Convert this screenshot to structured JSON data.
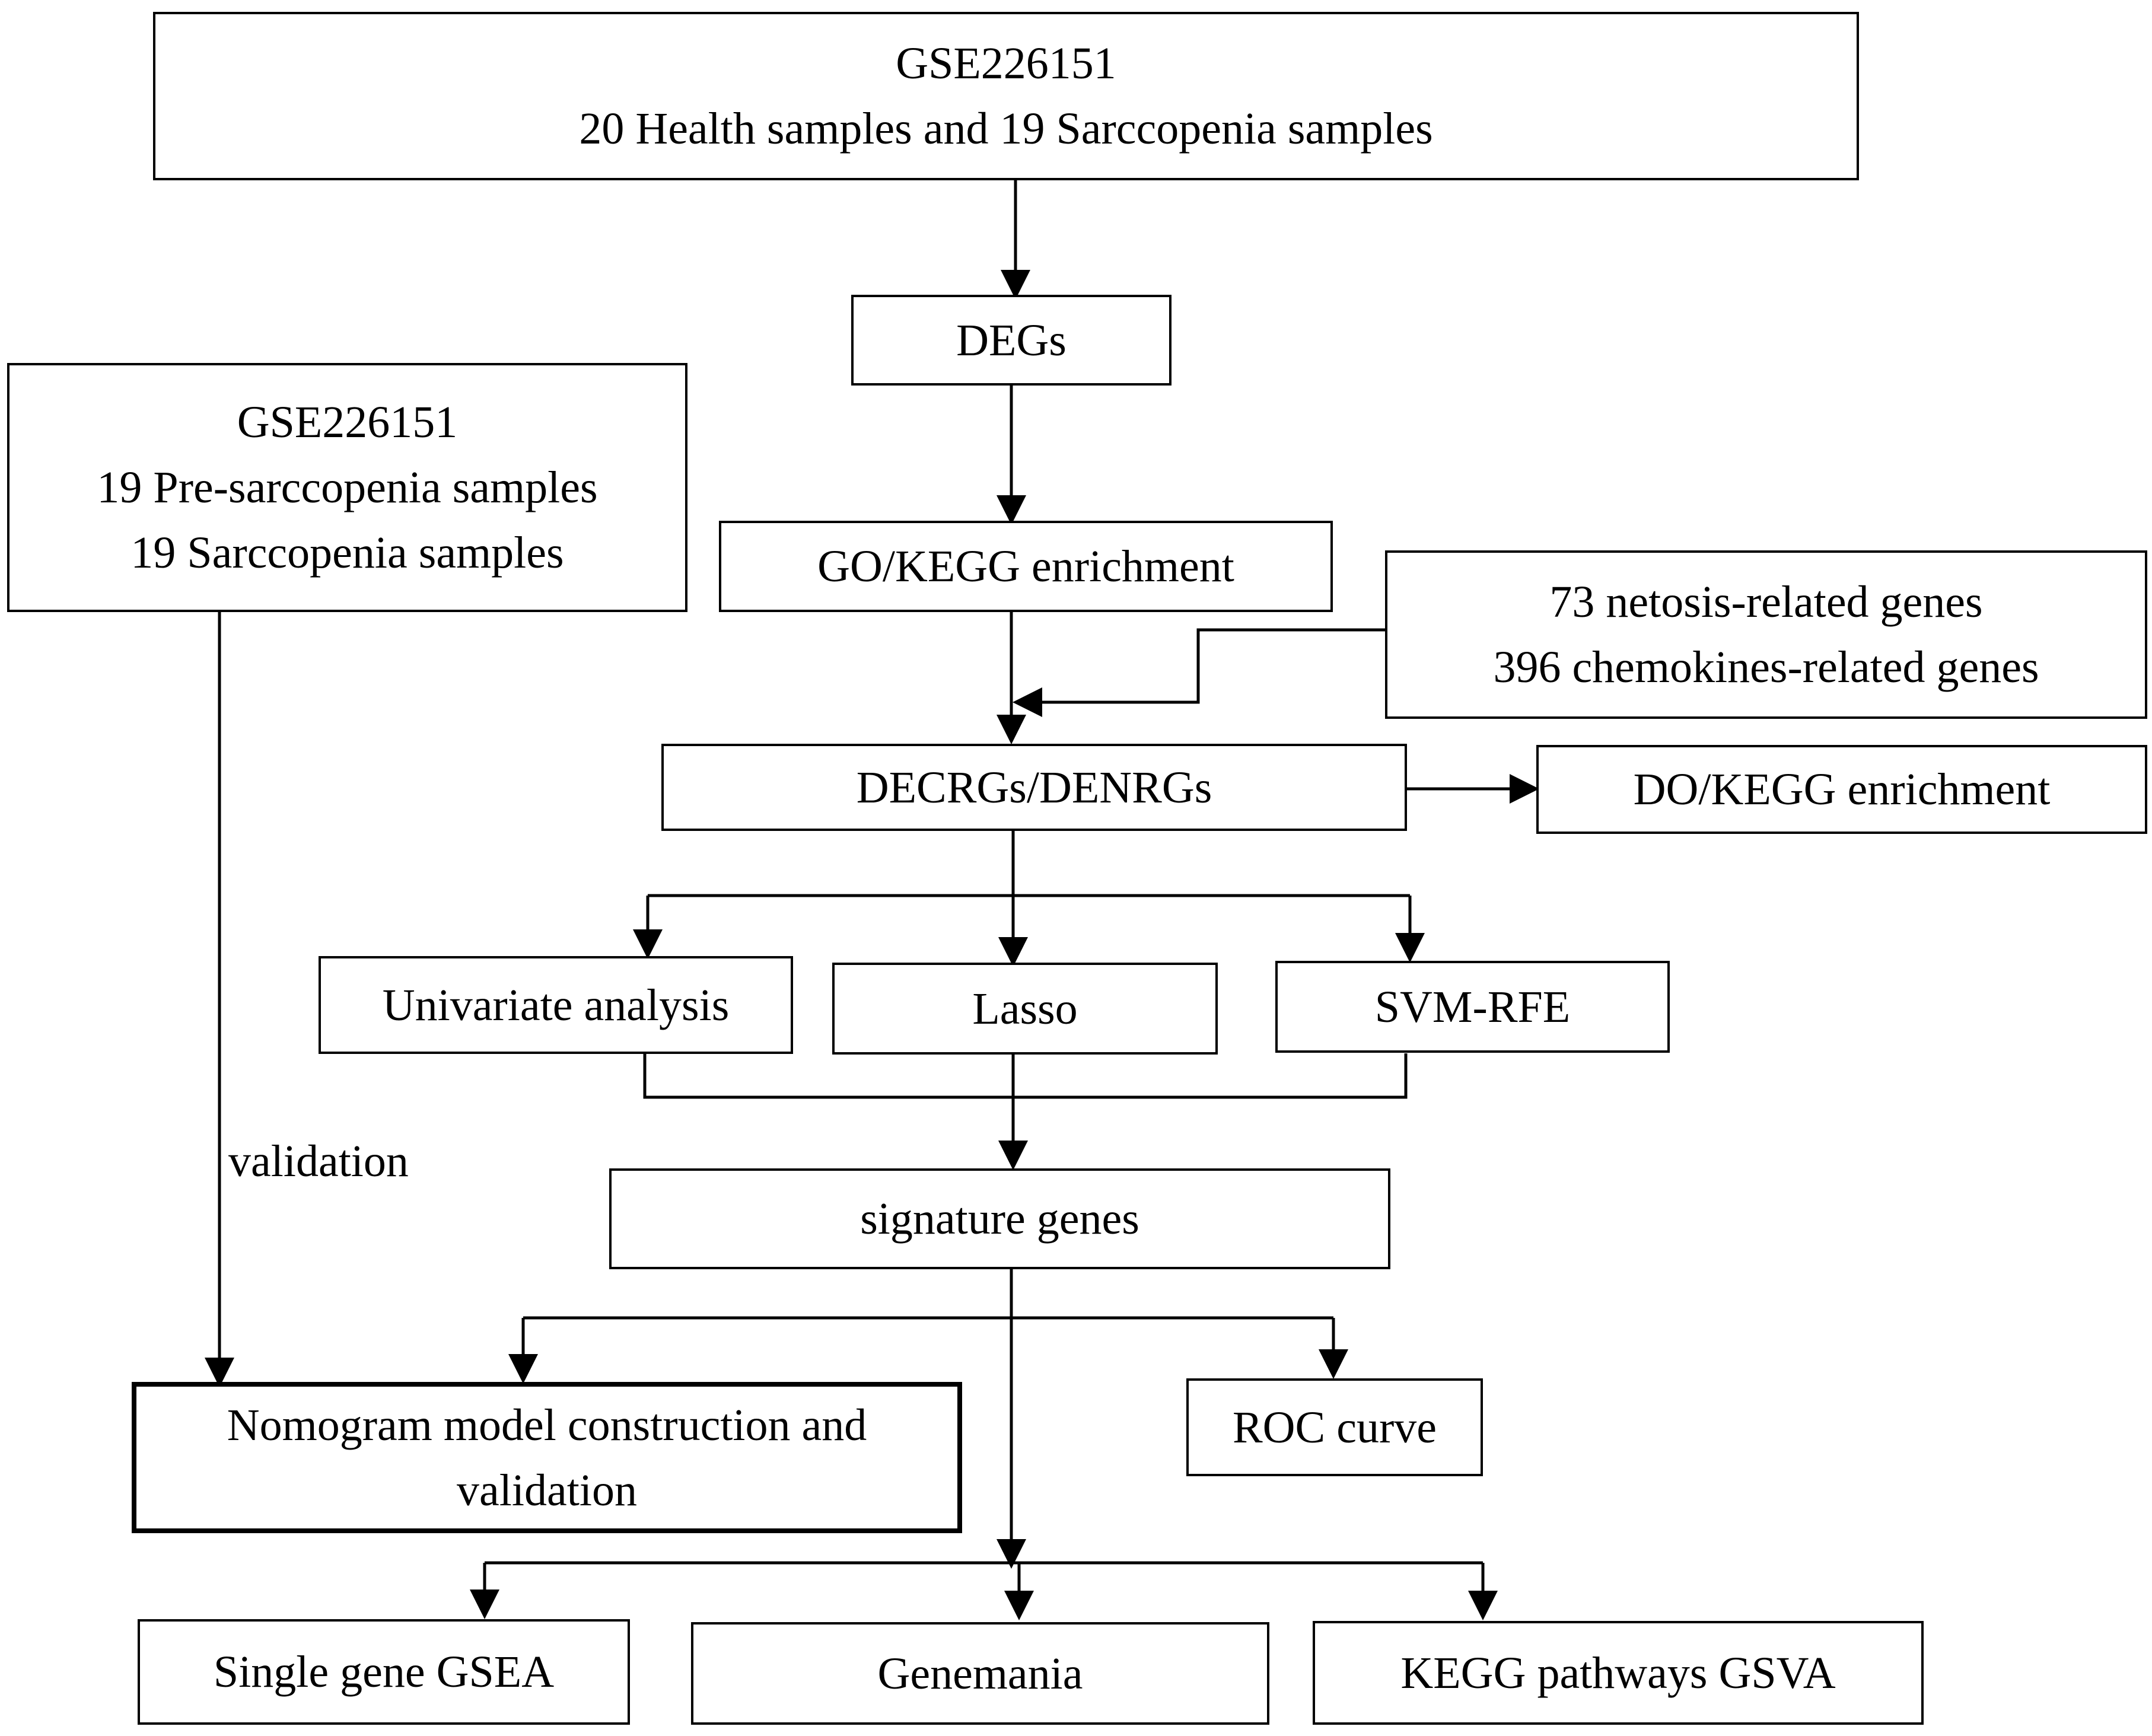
{
  "nodes": {
    "gse_health": {
      "lines": [
        "GSE226151",
        "20 Health samples and 19 Sarccopenia samples"
      ]
    },
    "degs": {
      "lines": [
        "DEGs"
      ]
    },
    "gse_pre": {
      "lines": [
        "GSE226151",
        "19 Pre-sarccopenia samples",
        "19 Sarccopenia samples"
      ]
    },
    "go_kegg": {
      "lines": [
        "GO/KEGG enrichment"
      ]
    },
    "gene_sets": {
      "lines": [
        "73 netosis-related genes",
        "396 chemokines-related genes"
      ]
    },
    "decrgs": {
      "lines": [
        "DECRGs/DENRGs"
      ]
    },
    "do_kegg": {
      "lines": [
        "DO/KEGG enrichment"
      ]
    },
    "univariate": {
      "lines": [
        "Univariate analysis"
      ]
    },
    "lasso": {
      "lines": [
        "Lasso"
      ]
    },
    "svm_rfe": {
      "lines": [
        "SVM-RFE"
      ]
    },
    "signature": {
      "lines": [
        "signature genes"
      ]
    },
    "nomogram": {
      "lines": [
        "Nomogram model construction and",
        "validation"
      ]
    },
    "roc": {
      "lines": [
        "ROC curve"
      ]
    },
    "gsea": {
      "lines": [
        "Single gene GSEA"
      ]
    },
    "genemania": {
      "lines": [
        "Genemania"
      ]
    },
    "gsva": {
      "lines": [
        "KEGG pathways GSVA"
      ]
    }
  },
  "edge_labels": {
    "validation": "validation"
  },
  "colors": {
    "stroke": "#000000",
    "background": "#ffffff"
  }
}
